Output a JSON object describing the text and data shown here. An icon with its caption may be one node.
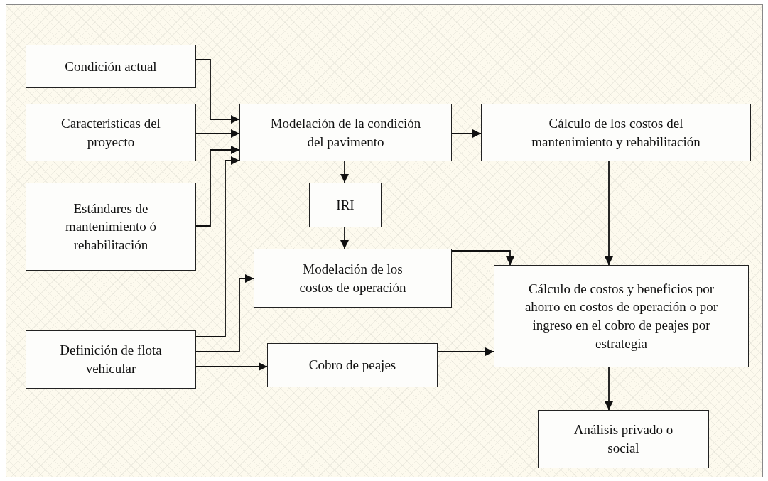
{
  "diagram": {
    "nodes": [
      {
        "text": [
          "Condición actual"
        ]
      },
      {
        "text": [
          "Características del proyecto"
        ]
      },
      {
        "text": [
          "Estándares de mantenimiento ó rehabilitación"
        ]
      },
      {
        "text": [
          "Modelación de la condición del pavimento"
        ]
      },
      {
        "text": [
          "Cálculo de los costos del mantenimiento y rehabilitación"
        ]
      },
      {
        "text": [
          "IRI"
        ]
      },
      {
        "text": [
          "Modelación de los costos de operación"
        ]
      },
      {
        "text": [
          "Definición de flota vehicular"
        ]
      },
      {
        "text": [
          "Cobro de peajes"
        ]
      },
      {
        "text": [
          "Cálculo de costos y beneficios por ahorro en costos de operación o por ingreso en el cobro de peajes por estrategia"
        ]
      },
      {
        "text": [
          "Análisis privado o social"
        ]
      }
    ],
    "edges": [
      {
        "from": 0,
        "to": 3,
        "arrow": "to"
      },
      {
        "from": 1,
        "to": 3,
        "arrow": "to"
      },
      {
        "from": 2,
        "to": 3,
        "arrow": "to"
      },
      {
        "from": 7,
        "to": 3,
        "arrow": "to"
      },
      {
        "from": 3,
        "to": 4,
        "arrow": "to"
      },
      {
        "from": 3,
        "to": 5,
        "arrow": "to"
      },
      {
        "from": 5,
        "to": 6,
        "arrow": "to"
      },
      {
        "from": 7,
        "to": 6,
        "arrow": "to"
      },
      {
        "from": 7,
        "to": 8,
        "arrow": "to"
      },
      {
        "from": 4,
        "to": 9,
        "arrow": "to"
      },
      {
        "from": 6,
        "to": 9,
        "arrow": "to"
      },
      {
        "from": 8,
        "to": 9,
        "arrow": "to"
      },
      {
        "from": 9,
        "to": 10,
        "arrow": "to"
      }
    ]
  }
}
